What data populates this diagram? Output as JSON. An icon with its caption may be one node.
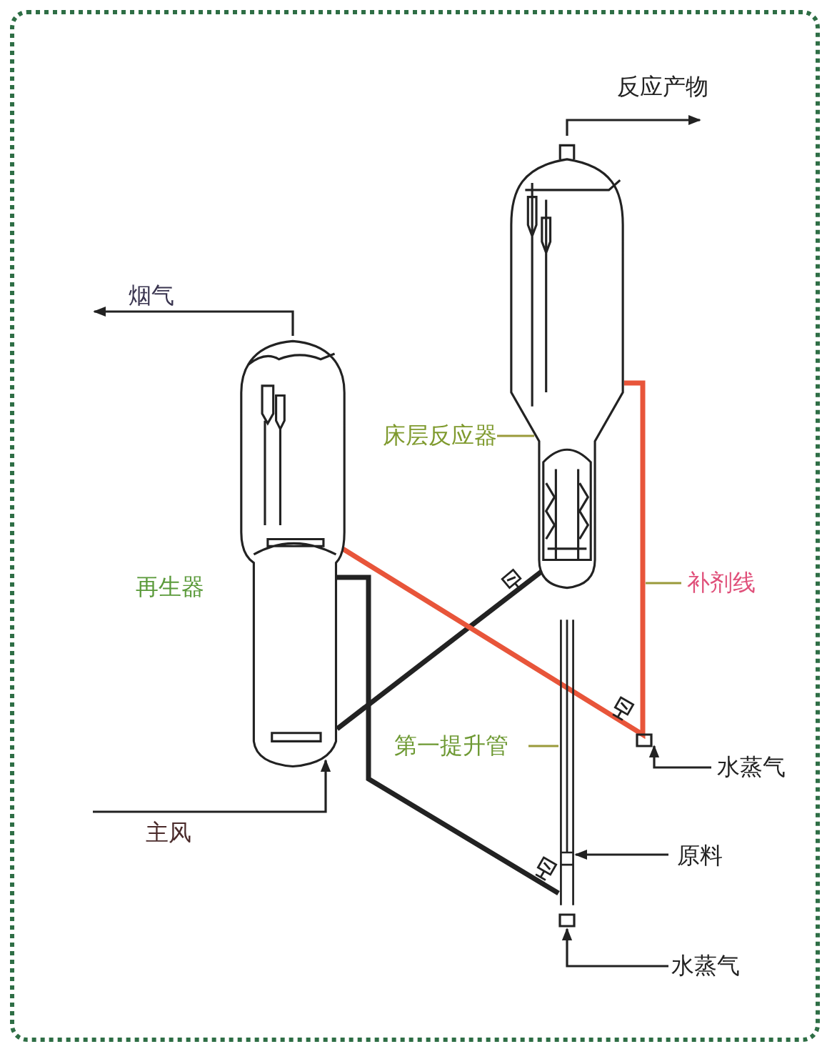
{
  "diagram": {
    "nodes": [
      {
        "text": [],
        "shape": "cylinder"
      },
      {
        "text": [],
        "shape": "cylinder",
        "beside": [
          "再生器"
        ]
      },
      {
        "text": [],
        "shape": "bar"
      },
      {
        "text": [
          "反应产物"
        ]
      },
      {
        "text": [
          "烟气"
        ]
      },
      {
        "text": [
          "主风"
        ]
      },
      {
        "text": [
          "原料"
        ]
      },
      {
        "text": [
          "水蒸气"
        ]
      },
      {
        "text": [
          "水蒸气"
        ]
      },
      {
        "text": [
          "床层反应器"
        ]
      },
      {
        "text": [
          "补剂线"
        ]
      },
      {
        "text": [
          "第一提升管"
        ]
      }
    ],
    "edges": [
      {
        "from": 0,
        "to": 3,
        "arrow": "to"
      },
      {
        "from": 1,
        "to": 4,
        "arrow": "to"
      },
      {
        "from": 5,
        "to": 1,
        "arrow": "to"
      },
      {
        "from": 6,
        "to": 2,
        "arrow": "to"
      },
      {
        "from": 7,
        "to": null,
        "arrow": "to"
      },
      {
        "from": 8,
        "to": 2,
        "arrow": "to"
      },
      {
        "from": 1,
        "to": 0,
        "arrow": "none",
        "style": "thick"
      },
      {
        "from": 1,
        "to": 2,
        "arrow": "none",
        "style": "thick"
      },
      {
        "from": 1,
        "to": 0,
        "arrow": "none",
        "style": "thick",
        "color": "#e8553a"
      },
      {
        "from": 9,
        "to": 0,
        "arrow": "none",
        "color": "#9a9a3a"
      },
      {
        "from": 10,
        "to": null,
        "arrow": "none",
        "color": "#9a9a3a"
      },
      {
        "from": 11,
        "to": 2,
        "arrow": "none",
        "color": "#9a9a3a"
      }
    ]
  }
}
